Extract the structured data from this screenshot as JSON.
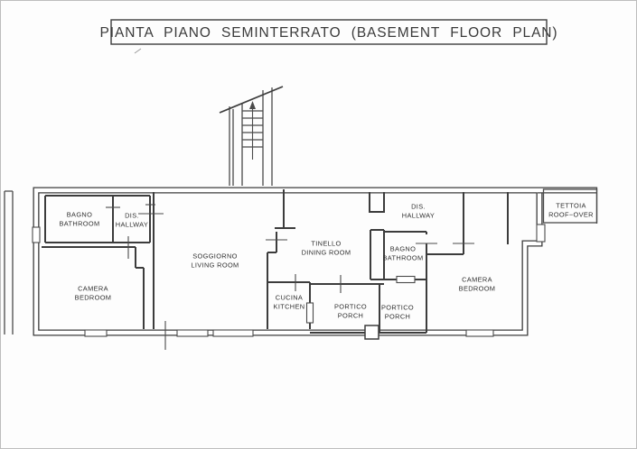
{
  "title": {
    "text": "PIANTA PIANO SEMINTERRATO (BASEMENT FLOOR PLAN)"
  },
  "rooms": [
    {
      "id": "bathroom-left",
      "label_it": "BAGNO",
      "label_en": "BATHROOM"
    },
    {
      "id": "hallway-left",
      "label_it": "DIS.",
      "label_en": "HALLWAY"
    },
    {
      "id": "bedroom-left",
      "label_it": "CAMERA",
      "label_en": "BEDROOM"
    },
    {
      "id": "living-room",
      "label_it": "SOGGIORNO",
      "label_en": "LIVING  ROOM"
    },
    {
      "id": "dining-room",
      "label_it": "TINELLO",
      "label_en": "DINING  ROOM"
    },
    {
      "id": "kitchen",
      "label_it": "CUCINA",
      "label_en": "KITCHEN"
    },
    {
      "id": "porch-left",
      "label_it": "PORTICO",
      "label_en": "PORCH"
    },
    {
      "id": "porch-right",
      "label_it": "PORTICO",
      "label_en": "PORCH"
    },
    {
      "id": "hallway-right",
      "label_it": "DIS.",
      "label_en": "HALLWAY"
    },
    {
      "id": "bathroom-right",
      "label_it": "BAGNO",
      "label_en": "BATHROOM"
    },
    {
      "id": "bedroom-right",
      "label_it": "CAMERA",
      "label_en": "BEDROOM"
    },
    {
      "id": "roof-over",
      "label_it": "TETTOIA",
      "label_en": "ROOF−OVER"
    }
  ],
  "colors": {
    "ink": "#3c3c3c",
    "paper": "#ffffff",
    "page_border": "#bdbdbd"
  }
}
